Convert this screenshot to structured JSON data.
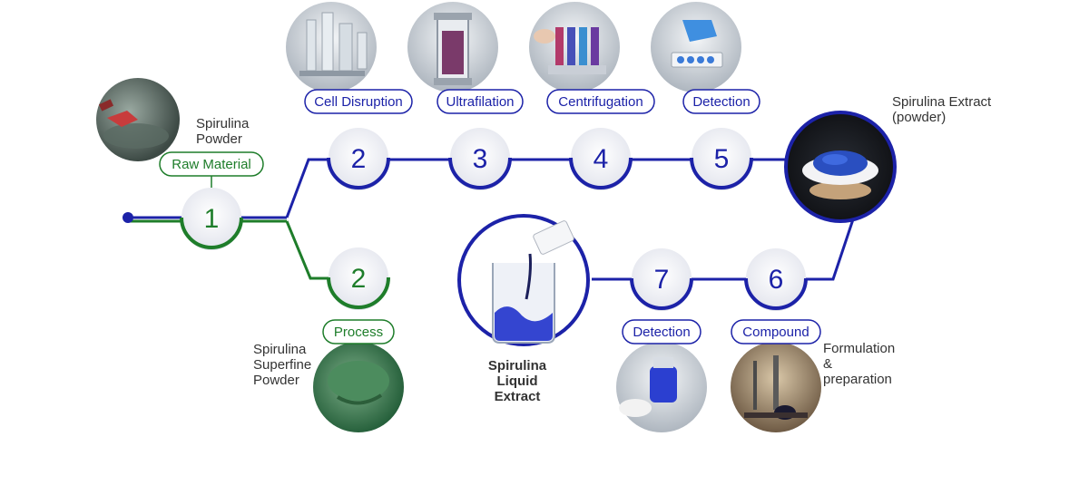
{
  "colors": {
    "blue": "#1c22a8",
    "green": "#1e7d2a",
    "circle_fill": "#f0f1f6",
    "text": "#333333"
  },
  "raw": {
    "step": "1",
    "tag": "Raw Material",
    "caption_lines": [
      "Spirulina",
      "Powder"
    ],
    "photo_icon": "spirulina-powder-photo"
  },
  "upper_steps": [
    {
      "number": "2",
      "tag": "Cell Disruption",
      "photo_icon": "lab-equipment-photo"
    },
    {
      "number": "3",
      "tag": "Ultrafilation",
      "photo_icon": "filtration-column-photo"
    },
    {
      "number": "4",
      "tag": "Centrifugation",
      "photo_icon": "centrifuge-tubes-photo"
    },
    {
      "number": "5",
      "tag": "Detection",
      "photo_icon": "test-tubes-photo"
    }
  ],
  "green_step": {
    "number": "2",
    "tag": "Process",
    "caption_lines": [
      "Spirulina",
      "Superfine",
      "Powder"
    ],
    "photo_icon": "superfine-powder-photo"
  },
  "extract": {
    "caption_lines": [
      "Spirulina Extract",
      "(powder)"
    ],
    "photo_icon": "blue-powder-bowl-photo"
  },
  "lower_steps": [
    {
      "number": "6",
      "tag": "Compound",
      "caption_lines": [
        "Formulation",
        "&",
        "preparation"
      ],
      "photo_icon": "lab-bench-photo"
    },
    {
      "number": "7",
      "tag": "Detection",
      "photo_icon": "technician-bag-photo"
    }
  ],
  "liquid": {
    "caption_lines": [
      "Spirulina",
      "Liquid",
      "Extract"
    ],
    "photo_icon": "blue-liquid-beaker-photo"
  }
}
